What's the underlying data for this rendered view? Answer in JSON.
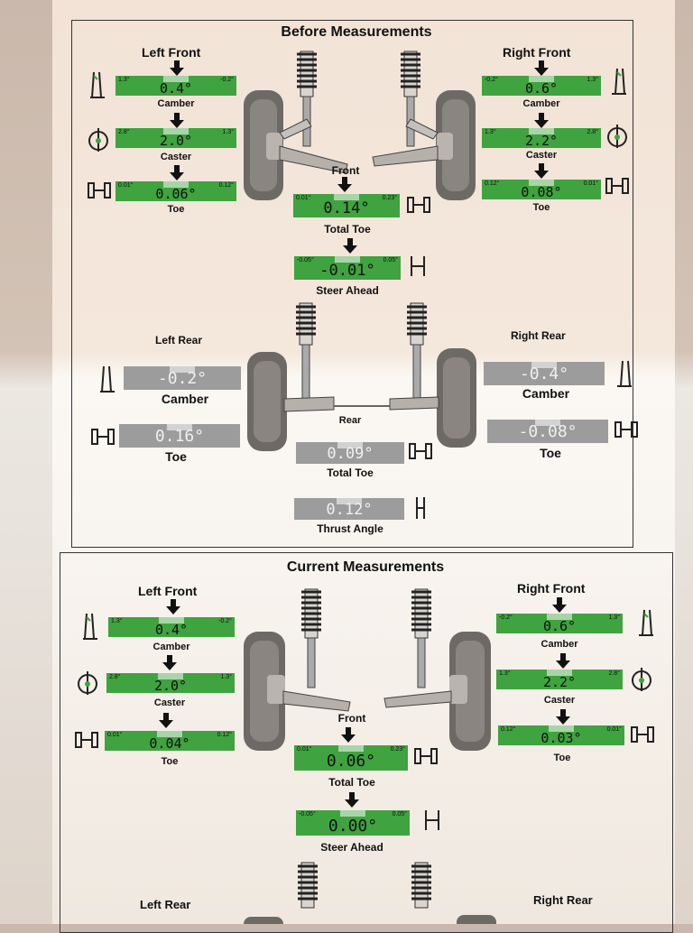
{
  "before": {
    "title": "Before Measurements",
    "left_front": "Left Front",
    "right_front": "Right Front",
    "lf_camber": {
      "label": "Camber",
      "value": "0.4°",
      "min": "1.3°",
      "max": "-0.2°"
    },
    "lf_caster": {
      "label": "Caster",
      "value": "2.0°",
      "min": "2.8°",
      "max": "1.3°"
    },
    "lf_toe": {
      "label": "Toe",
      "value": "0.06°",
      "min": "0.01°",
      "max": "0.12°"
    },
    "rf_camber": {
      "label": "Camber",
      "value": "0.6°",
      "min": "-0.2°",
      "max": "1.3°"
    },
    "rf_caster": {
      "label": "Caster",
      "value": "2.2°",
      "min": "1.3°",
      "max": "2.8°"
    },
    "rf_toe": {
      "label": "Toe",
      "value": "0.08°",
      "min": "0.12°",
      "max": "0.01°"
    },
    "front": "Front",
    "total_toe": {
      "label": "Total Toe",
      "value": "0.14°",
      "min": "0.01°",
      "max": "0.23°"
    },
    "steer_ahead": {
      "label": "Steer Ahead",
      "value": "-0.01°",
      "min": "-0.05°",
      "max": "0.05°"
    },
    "left_rear": "Left Rear",
    "right_rear": "Right Rear",
    "lr_camber": {
      "label": "Camber",
      "value": "-0.2°"
    },
    "lr_toe": {
      "label": "Toe",
      "value": "0.16°"
    },
    "rr_camber": {
      "label": "Camber",
      "value": "-0.4°"
    },
    "rr_toe": {
      "label": "Toe",
      "value": "-0.08°"
    },
    "rear": "Rear",
    "rear_total_toe": {
      "label": "Total Toe",
      "value": "0.09°"
    },
    "thrust_angle": {
      "label": "Thrust Angle",
      "value": "0.12°"
    }
  },
  "current": {
    "title": "Current Measurements",
    "left_front": "Left Front",
    "right_front": "Right Front",
    "lf_camber": {
      "label": "Camber",
      "value": "0.4°",
      "min": "1.3°",
      "max": "-0.2°"
    },
    "lf_caster": {
      "label": "Caster",
      "value": "2.0°",
      "min": "2.8°",
      "max": "1.3°"
    },
    "lf_toe": {
      "label": "Toe",
      "value": "0.04°",
      "min": "0.01°",
      "max": "0.12°"
    },
    "rf_camber": {
      "label": "Camber",
      "value": "0.6°",
      "min": "-0.2°",
      "max": "1.3°"
    },
    "rf_caster": {
      "label": "Caster",
      "value": "2.2°",
      "min": "1.3°",
      "max": "2.8°"
    },
    "rf_toe": {
      "label": "Toe",
      "value": "0.03°",
      "min": "0.12°",
      "max": "0.01°"
    },
    "front": "Front",
    "total_toe": {
      "label": "Total Toe",
      "value": "0.06°",
      "min": "0.01°",
      "max": "0.23°"
    },
    "steer_ahead": {
      "label": "Steer Ahead",
      "value": "0.00°",
      "min": "-0.05°",
      "max": "0.05°"
    },
    "left_rear": "Left Rear",
    "right_rear": "Right Rear"
  },
  "colors": {
    "in_spec": "#3fa33f",
    "no_spec": "#9c9c9c",
    "ink": "#111111",
    "paper": "#f8f4ef"
  },
  "icons": [
    "camber-gauge-icon",
    "caster-gauge-icon",
    "toe-gauge-icon",
    "steer-ahead-icon",
    "thrust-angle-icon",
    "suspension-strut-icon",
    "wheel-icon",
    "down-arrow-icon"
  ]
}
